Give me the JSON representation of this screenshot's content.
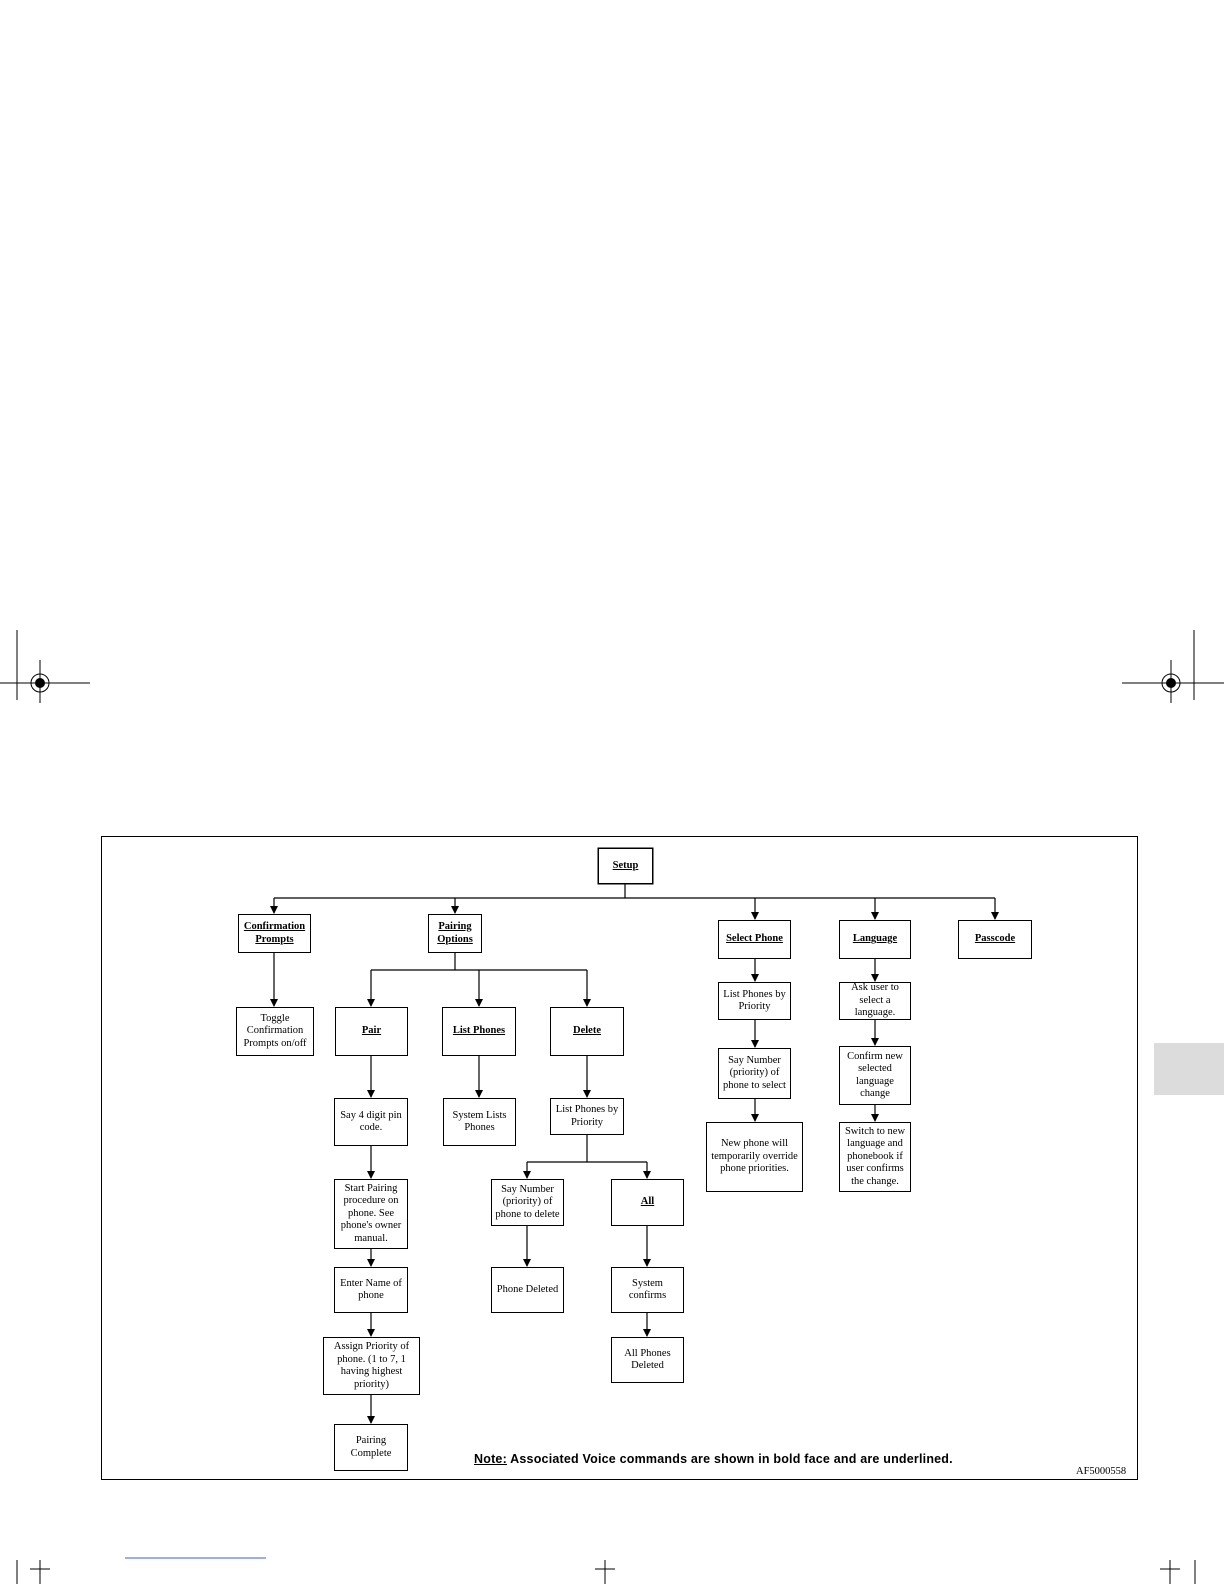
{
  "diagram": {
    "nodes": {
      "setup": "Setup",
      "confirmation_prompts": "Confirmation Prompts",
      "pairing_options": "Pairing Options",
      "select_phone": "Select Phone",
      "language": "Language",
      "passcode": "Passcode",
      "toggle_confirmation": "Toggle Confirmation Prompts on/off",
      "pair": "Pair",
      "list_phones": "List Phones",
      "delete": "Delete",
      "say_pin": "Say 4 digit pin code.",
      "system_lists_phones": "System Lists Phones",
      "list_phones_by_priority_delete": "List Phones by Priority",
      "start_pairing": "Start Pairing procedure on phone. See phone's owner manual.",
      "enter_name": "Enter Name of phone",
      "assign_priority": "Assign Priority of phone. (1 to 7, 1 having highest priority)",
      "pairing_complete": "Pairing Complete",
      "say_number_delete": "Say Number (priority) of phone to delete",
      "phone_deleted": "Phone Deleted",
      "all": "All",
      "system_confirms": "System confirms",
      "all_phones_deleted": "All Phones Deleted",
      "list_phones_by_priority_select": "List Phones by Priority",
      "say_number_select": "Say Number (priority) of phone to select",
      "new_phone_override": "New phone will temporarily override phone priorities.",
      "ask_user_language": "Ask user to select a language.",
      "confirm_language": "Confirm new selected language change",
      "switch_language": "Switch to new language and phonebook if user confirms the change."
    },
    "note_label": "Note:",
    "note_text": "Associated Voice commands are shown in bold face and are underlined.",
    "figure_id": "AF5000558"
  }
}
